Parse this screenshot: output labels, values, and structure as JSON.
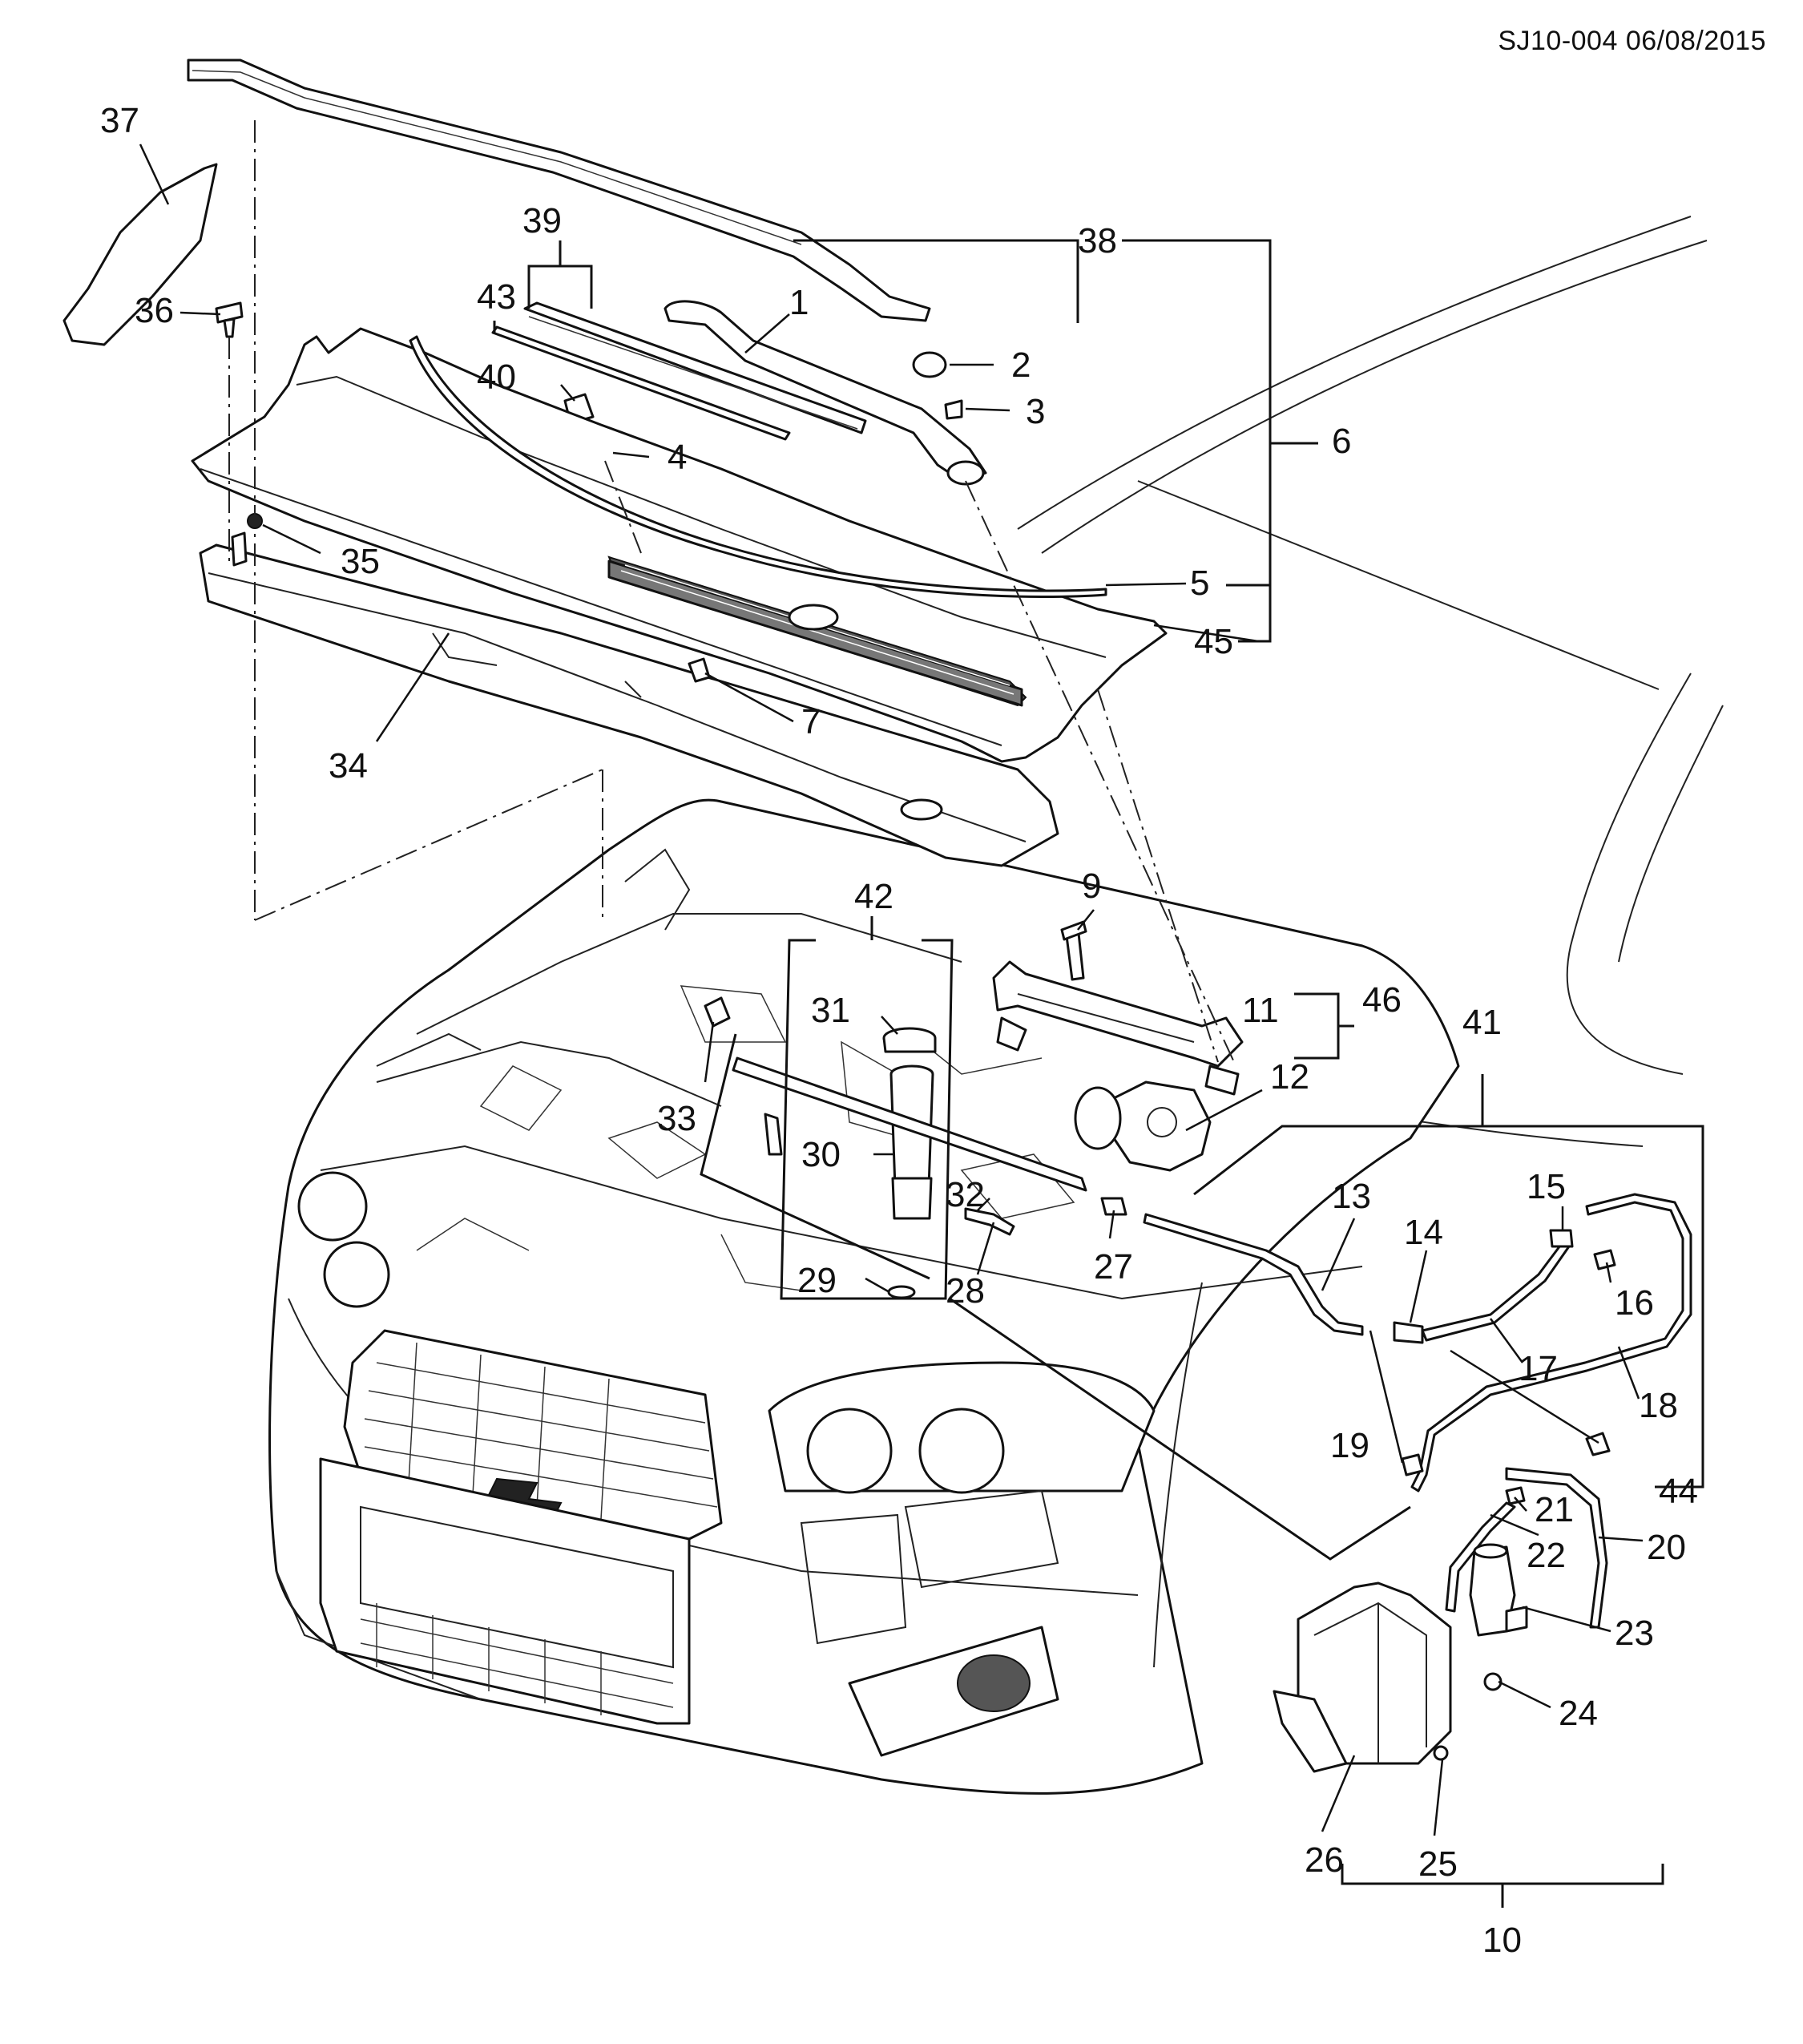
{
  "header": {
    "reference": "SJ10-004 06/08/2015"
  },
  "callouts": [
    {
      "id": "c1",
      "text": "1"
    },
    {
      "id": "c2",
      "text": "2"
    },
    {
      "id": "c3",
      "text": "3"
    },
    {
      "id": "c4",
      "text": "4"
    },
    {
      "id": "c5",
      "text": "5"
    },
    {
      "id": "c6",
      "text": "6"
    },
    {
      "id": "c7",
      "text": "7"
    },
    {
      "id": "c9",
      "text": "9"
    },
    {
      "id": "c10",
      "text": "10"
    },
    {
      "id": "c11",
      "text": "11"
    },
    {
      "id": "c12",
      "text": "12"
    },
    {
      "id": "c13",
      "text": "13"
    },
    {
      "id": "c14",
      "text": "14"
    },
    {
      "id": "c15",
      "text": "15"
    },
    {
      "id": "c16",
      "text": "16"
    },
    {
      "id": "c17",
      "text": "17"
    },
    {
      "id": "c18",
      "text": "18"
    },
    {
      "id": "c19",
      "text": "19"
    },
    {
      "id": "c20",
      "text": "20"
    },
    {
      "id": "c21",
      "text": "21"
    },
    {
      "id": "c22",
      "text": "22"
    },
    {
      "id": "c23",
      "text": "23"
    },
    {
      "id": "c24",
      "text": "24"
    },
    {
      "id": "c25",
      "text": "25"
    },
    {
      "id": "c26",
      "text": "26"
    },
    {
      "id": "c27",
      "text": "27"
    },
    {
      "id": "c28",
      "text": "28"
    },
    {
      "id": "c29",
      "text": "29"
    },
    {
      "id": "c30",
      "text": "30"
    },
    {
      "id": "c31",
      "text": "31"
    },
    {
      "id": "c32",
      "text": "32"
    },
    {
      "id": "c33",
      "text": "33"
    },
    {
      "id": "c34",
      "text": "34"
    },
    {
      "id": "c35",
      "text": "35"
    },
    {
      "id": "c36",
      "text": "36"
    },
    {
      "id": "c37",
      "text": "37"
    },
    {
      "id": "c38",
      "text": "38"
    },
    {
      "id": "c39",
      "text": "39"
    },
    {
      "id": "c40",
      "text": "40"
    },
    {
      "id": "c41",
      "text": "41"
    },
    {
      "id": "c42",
      "text": "42"
    },
    {
      "id": "c43",
      "text": "43"
    },
    {
      "id": "c44",
      "text": "44"
    },
    {
      "id": "c45",
      "text": "45"
    },
    {
      "id": "c46",
      "text": "46"
    }
  ]
}
